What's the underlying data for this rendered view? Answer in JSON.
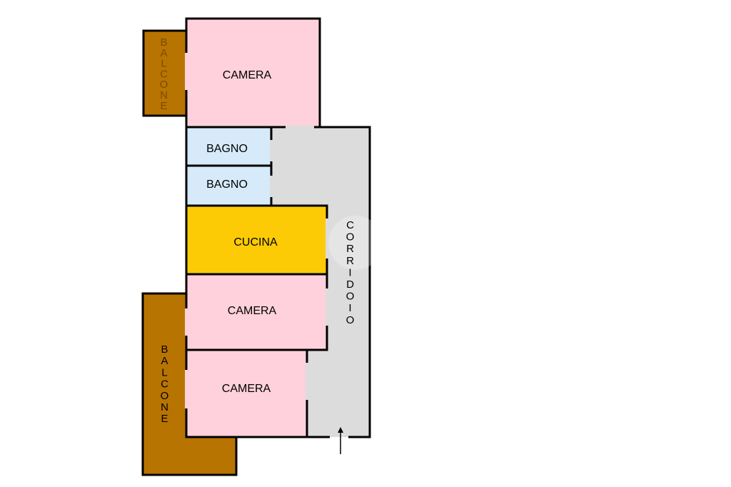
{
  "rooms": {
    "camera_top": "CAMERA",
    "bagno_1": "BAGNO",
    "bagno_2": "BAGNO",
    "cucina": "CUCINA",
    "camera_mid": "CAMERA",
    "camera_bottom": "CAMERA"
  },
  "vertical_labels": {
    "balcone_top": [
      "B",
      "A",
      "L",
      "C",
      "O",
      "N",
      "E"
    ],
    "balcone_bottom": [
      "B",
      "A",
      "L",
      "C",
      "O",
      "N",
      "E"
    ],
    "corridoio": [
      "C",
      "O",
      "R",
      "R",
      "I",
      "D",
      "O",
      "I",
      "O"
    ]
  },
  "colors": {
    "camera": "#ffd1dc",
    "bagno": "#d6eafa",
    "cucina": "#fccb05",
    "corridoio": "#dcdcdc",
    "balcone": "#b87400",
    "balcone_text_top": "#7a4c00",
    "wall": "#000000"
  },
  "icons": {
    "entrance": "arrow-up-icon"
  }
}
